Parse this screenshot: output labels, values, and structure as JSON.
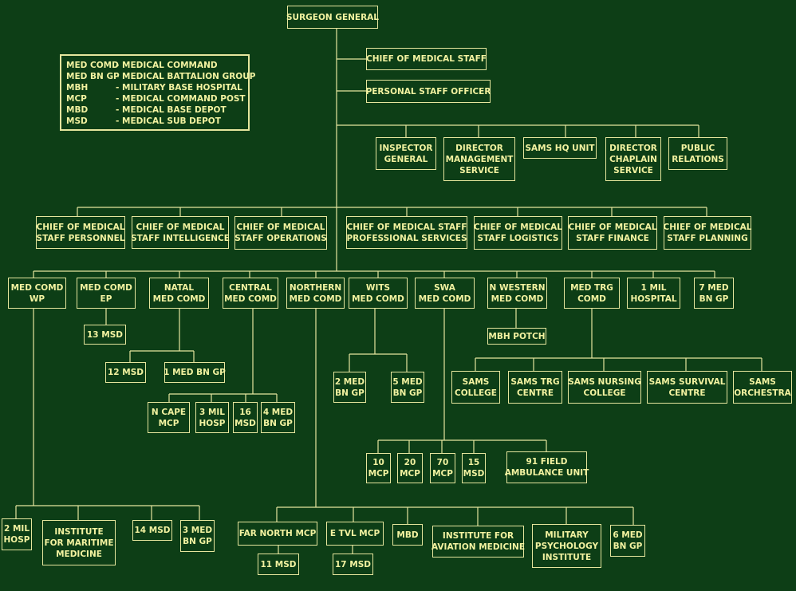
{
  "legend": [
    {
      "abbr": "MED COMD",
      "text": "- MEDICAL COMMAND"
    },
    {
      "abbr": "MED BN GP",
      "text": "- MEDICAL BATTALION GROUP"
    },
    {
      "abbr": "MBH",
      "text": "- MILITARY BASE HOSPITAL"
    },
    {
      "abbr": "MCP",
      "text": "- MEDICAL COMMAND POST"
    },
    {
      "abbr": "MBD",
      "text": "- MEDICAL BASE DEPOT"
    },
    {
      "abbr": "MSD",
      "text": "- MEDICAL SUB DEPOT"
    }
  ],
  "nodes": {
    "surgeon_general": "SURGEON GENERAL",
    "chief_medical_staff": "CHIEF OF MEDICAL STAFF",
    "personal_staff_officer": "PERSONAL STAFF OFFICER",
    "inspector_general": "INSPECTOR\nGENERAL",
    "director_management": "DIRECTOR\nMANAGEMENT\nSERVICE",
    "sams_hq_unit": "SAMS HQ UNIT",
    "director_chaplain": "DIRECTOR\nCHAPLAIN\nSERVICE",
    "public_relations": "PUBLIC\nRELATIONS",
    "cms_personnel": "CHIEF OF MEDICAL\nSTAFF PERSONNEL",
    "cms_intelligence": "CHIEF OF MEDICAL\nSTAFF INTELLIGENCE",
    "cms_operations": "CHIEF OF MEDICAL\nSTAFF OPERATIONS",
    "cms_professional": "CHIEF OF MEDICAL STAFF\nPROFESSIONAL SERVICES",
    "cms_logistics": "CHIEF OF MEDICAL\nSTAFF LOGISTICS",
    "cms_finance": "CHIEF OF MEDICAL\nSTAFF FINANCE",
    "cms_planning": "CHIEF OF MEDICAL\nSTAFF PLANNING",
    "med_comd_wp": "MED COMD\nWP",
    "med_comd_ep": "MED COMD\nEP",
    "natal_med_comd": "NATAL\nMED COMD",
    "central_med_comd": "CENTRAL\nMED COMD",
    "northern_med_comd": "NORTHERN\nMED COMD",
    "wits_med_comd": "WITS\nMED COMD",
    "swa_med_comd": "SWA\nMED COMD",
    "n_western_med_comd": "N WESTERN\nMED COMD",
    "med_trg_comd": "MED TRG\nCOMD",
    "one_mil_hospital": "1 MIL\nHOSPITAL",
    "seven_med_bn_gp": "7 MED\nBN GP",
    "msd_13": "13 MSD",
    "msd_12": "12 MSD",
    "one_med_bn_gp": "1 MED BN GP",
    "n_cape_mcp": "N CAPE\nMCP",
    "three_mil_hosp": "3 MIL\nHOSP",
    "msd_16": "16\nMSD",
    "four_med_bn_gp": "4 MED\nBN GP",
    "two_med_bn_gp": "2 MED\nBN GP",
    "five_med_bn_gp": "5 MED\nBN GP",
    "mbh_potch": "MBH POTCH",
    "sams_college": "SAMS\nCOLLEGE",
    "sams_trg_centre": "SAMS TRG\nCENTRE",
    "sams_nursing_college": "SAMS NURSING\nCOLLEGE",
    "sams_survival_centre": "SAMS SURVIVAL\nCENTRE",
    "sams_orchestra": "SAMS\nORCHESTRA",
    "mcp_10": "10\nMCP",
    "mcp_20": "20\nMCP",
    "mcp_70": "70\nMCP",
    "msd_15": "15\nMSD",
    "field_ambulance_91": "91 FIELD\nAMBULANCE UNIT",
    "two_mil_hosp": "2 MIL\nHOSP",
    "institute_maritime": "INSTITUTE\nFOR MARITIME\nMEDICINE",
    "msd_14": "14 MSD",
    "three_med_bn_gp": "3 MED\nBN GP",
    "far_north_mcp": "FAR NORTH MCP",
    "e_tvl_mcp": "E TVL MCP",
    "mbd": "MBD",
    "institute_aviation": "INSTITUTE FOR\nAVIATION MEDICINE",
    "military_psychology": "MILITARY\nPSYCHOLOGY\nINSTITUTE",
    "six_med_bn_gp": "6 MED\nBN GP",
    "msd_11": "11 MSD",
    "msd_17": "17 MSD"
  }
}
